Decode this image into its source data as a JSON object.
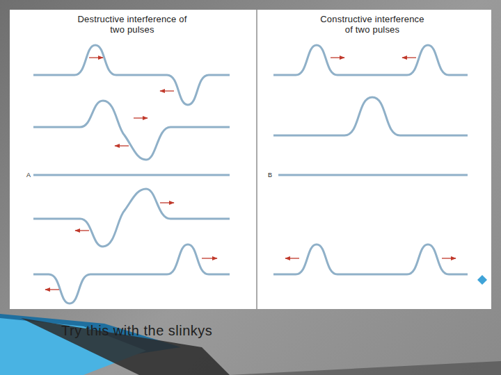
{
  "diagram": {
    "caption": "Try this with the slinkys",
    "labels": [
      "Destructive interference of two pulses",
      "Constructive interference of two pulses",
      "A",
      "B"
    ]
  }
}
